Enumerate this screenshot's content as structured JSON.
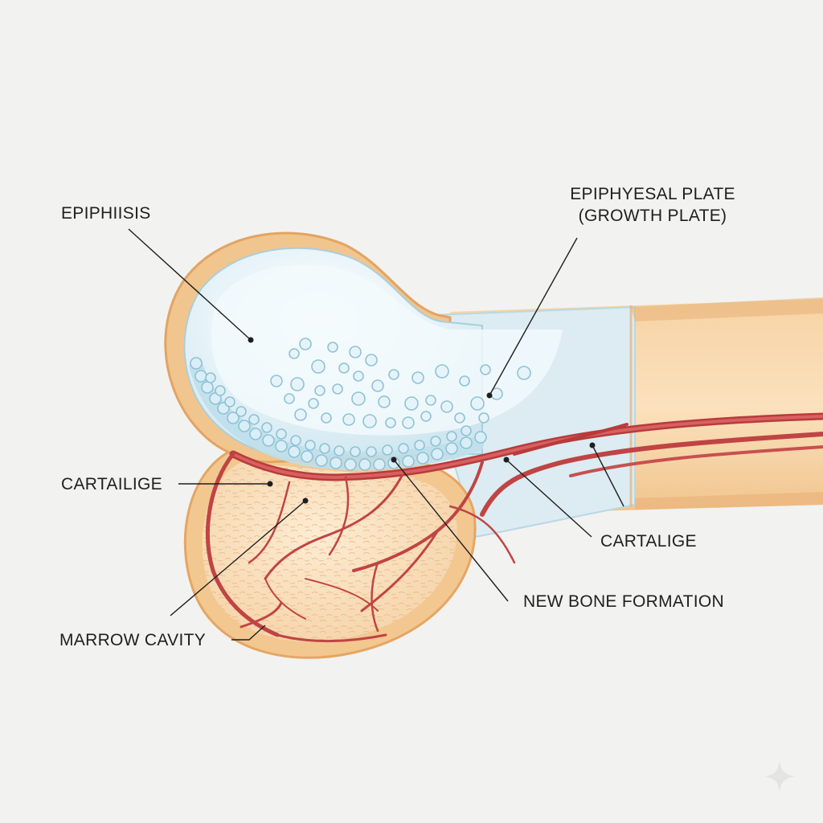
{
  "labels": {
    "epiphysis": "EPIPHIISIS",
    "plate_line1": "EPIPHYESAL PLATE",
    "plate_line2": "(GROWTH PLATE)",
    "cartilage_left": "CARTAILIGE",
    "cartilage_right": "CARTALIGE",
    "new_bone": "NEW BONE FORMATION",
    "marrow": "MARROW CAVITY"
  },
  "icons": {
    "watermark": "sparkle-icon"
  },
  "colors": {
    "background": "#f2f2f1",
    "bone_outer": "#f0c48c",
    "bone_edge": "#e0a464",
    "cartilage": "#d4ebf3",
    "cartilage_edge": "#a9cfdd",
    "marrow": "#f8ddb8",
    "vessel": "#c94a4a",
    "vessel_dark": "#a83636",
    "leader": "#1f1f1f"
  }
}
